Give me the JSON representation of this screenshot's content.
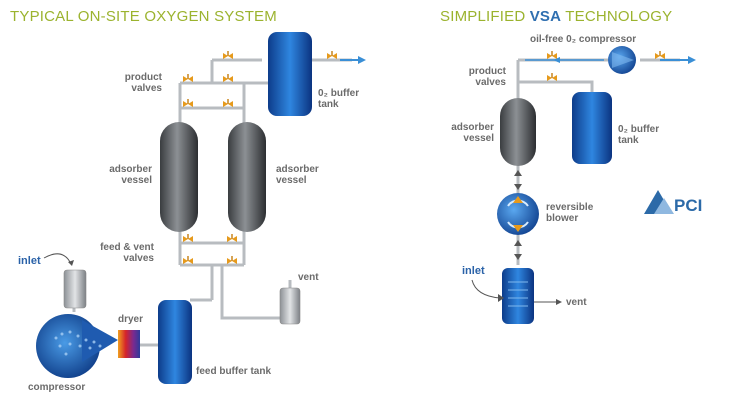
{
  "left": {
    "title": "TYPICAL ON-SITE OXYGEN SYSTEM",
    "product_valves": "product\nvalves",
    "o2_buffer_tank": "0₂ buffer\ntank",
    "adsorber_vessel_left": "adsorber\nvessel",
    "adsorber_vessel_right": "adsorber\nvessel",
    "feed_vent_valves": "feed & vent\nvalves",
    "vent": "vent",
    "inlet": "inlet",
    "dryer": "dryer",
    "compressor": "compressor",
    "feed_buffer_tank": "feed buffer tank"
  },
  "right": {
    "title_prefix": "SIMPLIFIED ",
    "title_bold": "VSA",
    "title_suffix": " TECHNOLOGY",
    "oil_free_compressor": "oil-free 0₂ compressor",
    "product_valves": "product\nvalves",
    "adsorber_vessel": "adsorber\nvessel",
    "o2_buffer_tank": "0₂ buffer\ntank",
    "reversible_blower": "reversible\nblower",
    "inlet": "inlet",
    "vent": "vent"
  },
  "logo": {
    "text": "PCI"
  },
  "colors": {
    "title_green": "#9bb32e",
    "accent_blue": "#2f6fb0",
    "pipe_gray": "#b8bcc0",
    "valve_orange": "#e69a1c",
    "flow_blue": "#3a8fd6"
  }
}
